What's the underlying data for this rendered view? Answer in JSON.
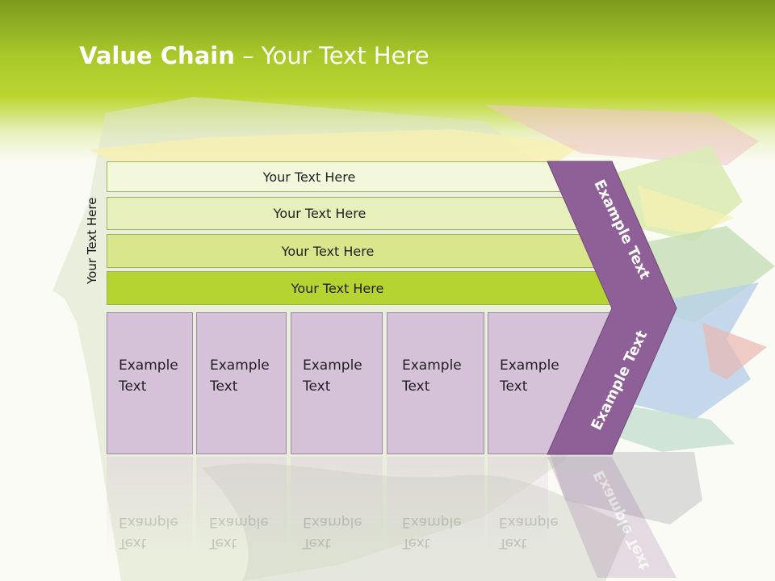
{
  "title": {
    "bold": "Value Chain",
    "rest": " – Your Text Here"
  },
  "side_label": "Your Text Here",
  "bars": [
    {
      "label": "Your Text Here",
      "color": "#f3f8dc"
    },
    {
      "label": "Your Text Here",
      "color": "#e7f0bc"
    },
    {
      "label": "Your Text Here",
      "color": "#d9e68c"
    },
    {
      "label": "Your Text Here",
      "color": "#b5d432"
    }
  ],
  "boxes": [
    {
      "line1": "Example",
      "line2": "Text"
    },
    {
      "line1": "Example",
      "line2": "Text"
    },
    {
      "line1": "Example",
      "line2": "Text"
    },
    {
      "line1": "Example",
      "line2": "Text"
    },
    {
      "line1": "Example",
      "line2": "Text"
    }
  ],
  "chevron": {
    "top_label": "Example Text",
    "bottom_label": "Example Text",
    "color": "#8f5f98"
  },
  "colors": {
    "accent_green": "#a9c92a",
    "box_fill": "#d5c1d8"
  }
}
